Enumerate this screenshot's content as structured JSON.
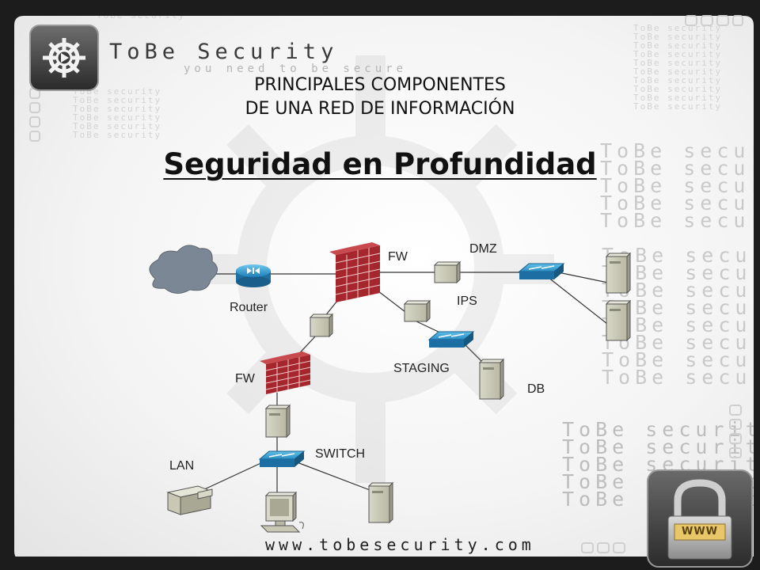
{
  "brand": {
    "name": "ToBe Security",
    "tagline": "you need to be secure"
  },
  "slide": {
    "title_line1": "PRINCIPALES COMPONENTES",
    "title_line2": "DE UNA RED DE INFORMACIÓN",
    "heading": "Seguridad en Profundidad",
    "footer_url": "www.tobesecurity.com"
  },
  "watermark": {
    "text": "ToBe security"
  },
  "lock_badge": {
    "text": "WWW"
  },
  "diagram": {
    "labels": {
      "fw_top": "FW",
      "dmz": "DMZ",
      "router": "Router",
      "ips": "IPS",
      "staging": "STAGING",
      "db": "DB",
      "fw_bottom": "FW",
      "switch": "SWITCH",
      "lan": "LAN"
    }
  }
}
